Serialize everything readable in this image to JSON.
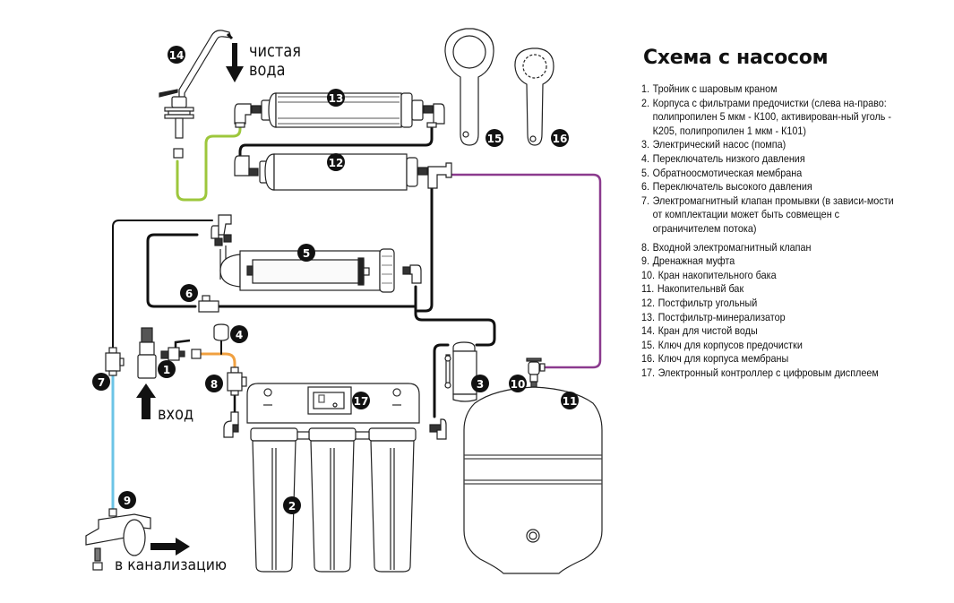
{
  "legend": {
    "title": "Схема с насосом",
    "items": [
      {
        "num": "1.",
        "text": "Тройник с шаровым краном"
      },
      {
        "num": "2.",
        "text": "Корпуса с фильтрами предочистки (слева на-право: полипропилен 5 мкм - К100, активирован-ный уголь - К205, полипропилен 1 мкм - К101)"
      },
      {
        "num": "3.",
        "text": "Электрический насос (помпа)"
      },
      {
        "num": "4.",
        "text": "Переключатель низкого давления"
      },
      {
        "num": "5.",
        "text": "Обратноосмотическая мембрана"
      },
      {
        "num": "6.",
        "text": "Переключатель высокого давления"
      },
      {
        "num": "7.",
        "text": "Электромагнитный клапан промывки (в зависи-мости от комплектации может быть совмещен с ограничителем потока)"
      },
      {
        "num": "8.",
        "text": "Входной электромагнитный клапан"
      },
      {
        "num": "9.",
        "text": "Дренажная муфта"
      },
      {
        "num": "10.",
        "text": "Кран накопительного бака"
      },
      {
        "num": "11.",
        "text": "Накопительнвй бак"
      },
      {
        "num": "12.",
        "text": "Постфильтр угольный"
      },
      {
        "num": "13.",
        "text": "Постфильтр-минерализатор"
      },
      {
        "num": "14.",
        "text": "Кран для чистой воды"
      },
      {
        "num": "15.",
        "text": "Ключ для корпусов предочистки"
      },
      {
        "num": "16.",
        "text": "Ключ для корпуса мембраны"
      },
      {
        "num": "17.",
        "text": "Электронный контроллер с цифровым дисплеем"
      }
    ]
  },
  "labels": {
    "clean_water_line1": "чистая",
    "clean_water_line2": "вода",
    "inlet": "вход",
    "drain": "в канализацию"
  },
  "markers": {
    "m1": "1",
    "m2": "2",
    "m3": "3",
    "m4": "4",
    "m5": "5",
    "m6": "6",
    "m7": "7",
    "m8": "8",
    "m9": "9",
    "m10": "10",
    "m11": "11",
    "m12": "12",
    "m13": "13",
    "m14": "14",
    "m15": "15",
    "m16": "16",
    "m17": "17"
  },
  "tube_colors": {
    "clean_water": "#9dc73c",
    "inlet": "#f0a040",
    "drain": "#6cc4e6",
    "tank": "#8b3a8e",
    "standard": "#111111"
  }
}
